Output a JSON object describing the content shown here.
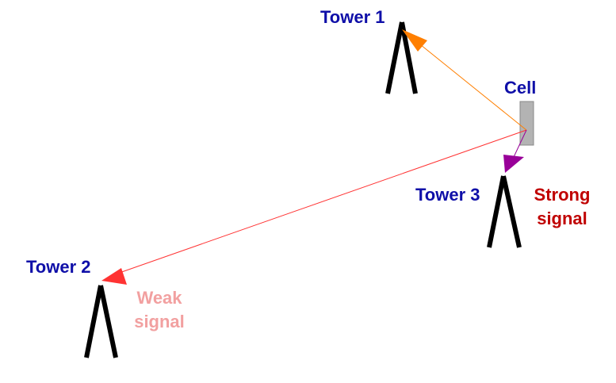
{
  "towers": {
    "tower1": "Tower 1",
    "tower2": "Tower 2",
    "tower3": "Tower 3"
  },
  "cell": {
    "label": "Cell"
  },
  "signals": {
    "strong_line1": "Strong",
    "strong_line2": "signal",
    "weak_line1": "Weak",
    "weak_line2": "signal"
  },
  "colors": {
    "tower_label": "#0f0fa8",
    "strong_signal_text": "#c00000",
    "weak_signal_text": "#f2a0a0",
    "tower1_link": "#ff7f00",
    "tower2_link": "#ff3333",
    "tower3_link": "#990099",
    "cell_body": "#b3b3b3"
  }
}
